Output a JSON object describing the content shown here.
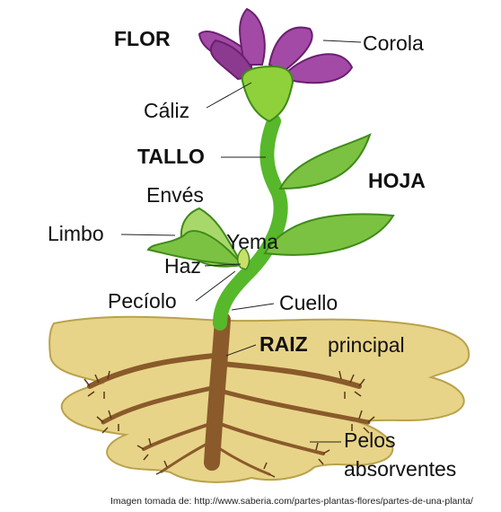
{
  "labels": {
    "flor": "FLOR",
    "corola": "Corola",
    "caliz": "Cáliz",
    "tallo": "TALLO",
    "hoja": "HOJA",
    "enves": "Envés",
    "limbo": "Limbo",
    "yema": "Yema",
    "haz": "Haz",
    "peciolo": "Pecíolo",
    "cuello": "Cuello",
    "raiz": "RAIZ",
    "principal": "principal",
    "pelos": "Pelos",
    "absorventes": "absorventes"
  },
  "credit": "Imagen tomada de: http://www.saberia.com/partes-plantas-flores/partes-de-una-planta/",
  "colors": {
    "petal": "#a24aa6",
    "petal_dark": "#6b1f70",
    "calyx": "#8fd13a",
    "stem": "#56b82a",
    "leaf": "#7cc242",
    "leaf_light": "#a8d86a",
    "soil": "#e8d488",
    "root": "#8a5a2b",
    "root_dark": "#5a3818"
  }
}
